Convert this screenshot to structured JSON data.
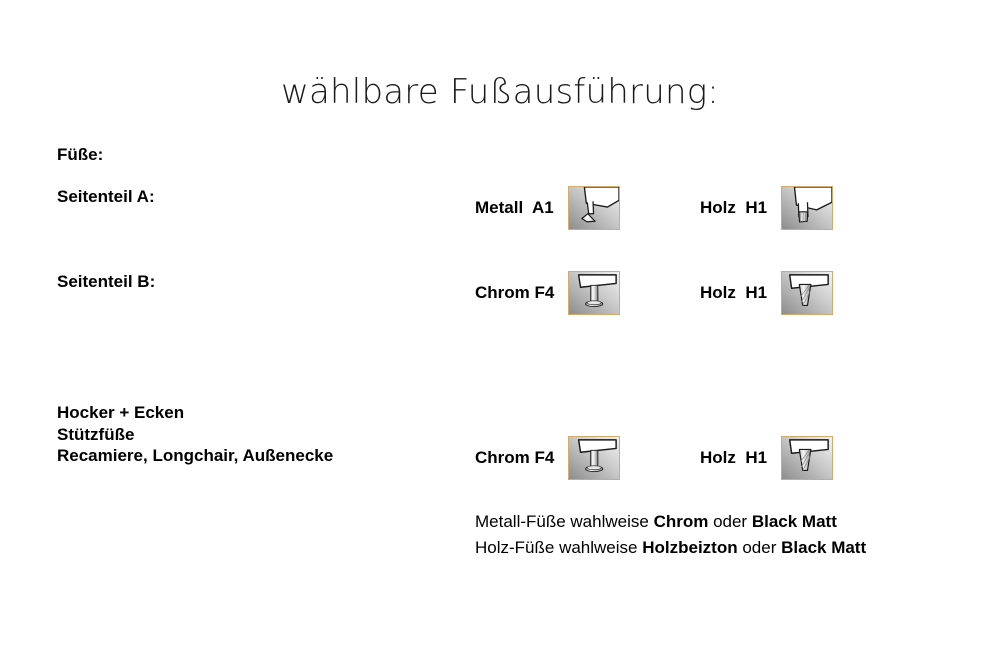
{
  "page": {
    "title": "wählbare Fußausführung:",
    "background_color": "#ffffff",
    "text_color": "#000000",
    "thumb_border_color": "#d3ab6d"
  },
  "section": {
    "heading": "Füße:"
  },
  "rows": [
    {
      "label": "Seitenteil A:",
      "options": [
        {
          "label": "Metall  A1",
          "material": "metal",
          "icon": "foot-metal-a1-icon"
        },
        {
          "label": "Holz  H1",
          "material": "wood",
          "icon": "foot-wood-h1-icon"
        }
      ]
    },
    {
      "label": "Seitenteil B:",
      "options": [
        {
          "label": "Chrom F4",
          "material": "chrome",
          "icon": "foot-chrome-f4-icon"
        },
        {
          "label": "Holz  H1",
          "material": "wood",
          "icon": "foot-wood-h1-tapered-icon"
        }
      ]
    },
    {
      "label_lines": [
        "Hocker + Ecken",
        "Stützfüße",
        "Recamiere, Longchair, Außenecke"
      ],
      "options": [
        {
          "label": "Chrom F4",
          "material": "chrome",
          "icon": "foot-chrome-f4-icon"
        },
        {
          "label": "Holz  H1",
          "material": "wood",
          "icon": "foot-wood-h1-tapered-icon"
        }
      ]
    }
  ],
  "footnotes": [
    {
      "part1": "Metall-Füße wahlweise ",
      "bold1": "Chrom",
      "part2": " oder ",
      "bold2": "Black Matt"
    },
    {
      "part1": "Holz-Füße wahlweise ",
      "bold1": "Holzbeizton",
      "part2": " oder ",
      "bold2": "Black Matt"
    }
  ]
}
